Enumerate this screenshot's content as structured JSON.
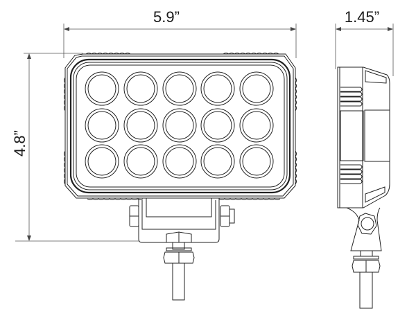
{
  "diagram": {
    "type": "technical-dimension-drawing",
    "subject": "rectangular LED work light, front and side views",
    "dimensions": {
      "width": {
        "label": "5.9”",
        "value": 5.9,
        "unit": "in"
      },
      "depth": {
        "label": "1.45”",
        "value": 1.45,
        "unit": "in"
      },
      "height": {
        "label": "4.8”",
        "value": 4.8,
        "unit": "in"
      }
    },
    "front_view": {
      "led_grid": {
        "rows": 3,
        "columns": 5,
        "count": 15
      },
      "mount": "U-bracket with side bolts and threaded stud with nut"
    },
    "side_view": {
      "features": [
        "finned housing",
        "pivot bolt mount",
        "threaded stud with nut"
      ]
    },
    "colors": {
      "line": "#222222",
      "dimension_line": "#555555",
      "background": "#ffffff"
    }
  }
}
